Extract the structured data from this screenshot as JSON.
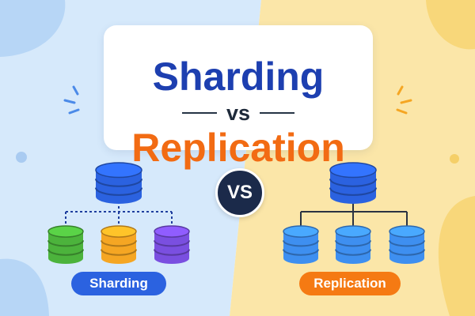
{
  "title": {
    "line1": "Sharding",
    "connector": "vs",
    "line2": "Replication"
  },
  "badge": {
    "text": "VS"
  },
  "labels": {
    "left": "Sharding",
    "right": "Replication"
  },
  "colors": {
    "left_background": "#D6E9FB",
    "right_background": "#FBE6A8",
    "sharding_blue": "#2B62E0",
    "replication_orange": "#F57A13",
    "title_blue": "#1D3FB0",
    "shard_green": "#4CB33C",
    "shard_orange": "#F5A623",
    "shard_purple": "#7A4FE0",
    "replica_blue": "#3E8FF0"
  },
  "icons": {
    "left_sparkle": "sparkle-lines-icon",
    "right_sparkle": "sparkle-lines-icon",
    "database": "database-cylinder-icon"
  }
}
